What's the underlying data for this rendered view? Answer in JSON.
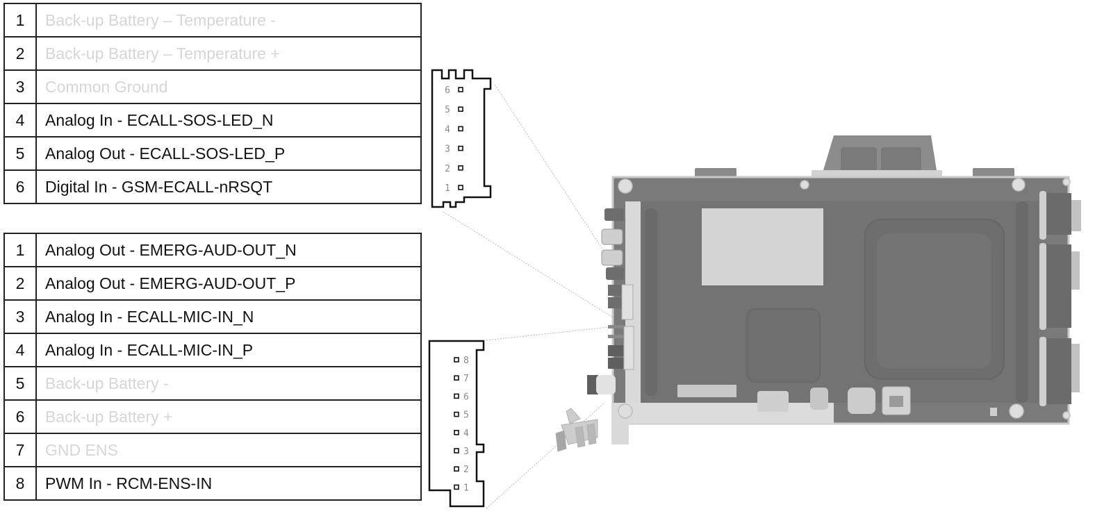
{
  "tables": [
    {
      "id": "connector-6pin",
      "rows": [
        {
          "pin": "1",
          "signal": "Back-up Battery – Temperature -",
          "used": false
        },
        {
          "pin": "2",
          "signal": "Back-up Battery – Temperature +",
          "used": false
        },
        {
          "pin": "3",
          "signal": "Common Ground",
          "used": false
        },
        {
          "pin": "4",
          "signal": "Analog In - ECALL-SOS-LED_N",
          "used": true
        },
        {
          "pin": "5",
          "signal": "Analog Out - ECALL-SOS-LED_P",
          "used": true
        },
        {
          "pin": "6",
          "signal": "Digital In - GSM-ECALL-nRSQT",
          "used": true
        }
      ]
    },
    {
      "id": "connector-8pin",
      "rows": [
        {
          "pin": "1",
          "signal": "Analog Out - EMERG-AUD-OUT_N",
          "used": true
        },
        {
          "pin": "2",
          "signal": "Analog Out - EMERG-AUD-OUT_P",
          "used": true
        },
        {
          "pin": "3",
          "signal": "Analog In - ECALL-MIC-IN_N",
          "used": true
        },
        {
          "pin": "4",
          "signal": "Analog In - ECALL-MIC-IN_P",
          "used": true
        },
        {
          "pin": "5",
          "signal": "Back-up Battery -",
          "used": false
        },
        {
          "pin": "6",
          "signal": "Back-up Battery +",
          "used": false
        },
        {
          "pin": "7",
          "signal": "GND ENS",
          "used": false
        },
        {
          "pin": "8",
          "signal": "PWM In - RCM-ENS-IN",
          "used": true
        }
      ]
    }
  ],
  "connector_6pin_labels": [
    "6",
    "5",
    "4",
    "3",
    "2",
    "1"
  ],
  "connector_8pin_labels": [
    "8",
    "7",
    "6",
    "5",
    "4",
    "3",
    "2",
    "1"
  ],
  "colors": {
    "used_text": "#111111",
    "unused_text": "#d6d6d6",
    "border": "#222222",
    "device_body": "#747474",
    "device_frame": "#d9d9d9",
    "label_panel": "#d4d4d4"
  }
}
